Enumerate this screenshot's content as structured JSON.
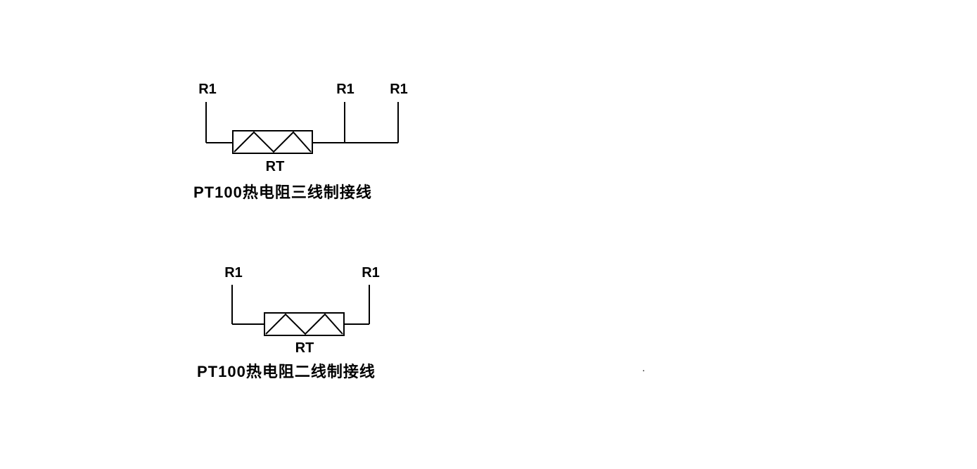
{
  "canvas": {
    "background_color": "#ffffff",
    "line_color": "#000000"
  },
  "diagram_three_wire": {
    "terminal_labels": [
      "R1",
      "R1",
      "R1"
    ],
    "resistor_label": "RT",
    "title": "PT100热电阻三线制接线"
  },
  "diagram_two_wire": {
    "terminal_labels": [
      "R1",
      "R1"
    ],
    "resistor_label": "RT",
    "title": "PT100热电阻二线制接线"
  },
  "stray_mark": "."
}
